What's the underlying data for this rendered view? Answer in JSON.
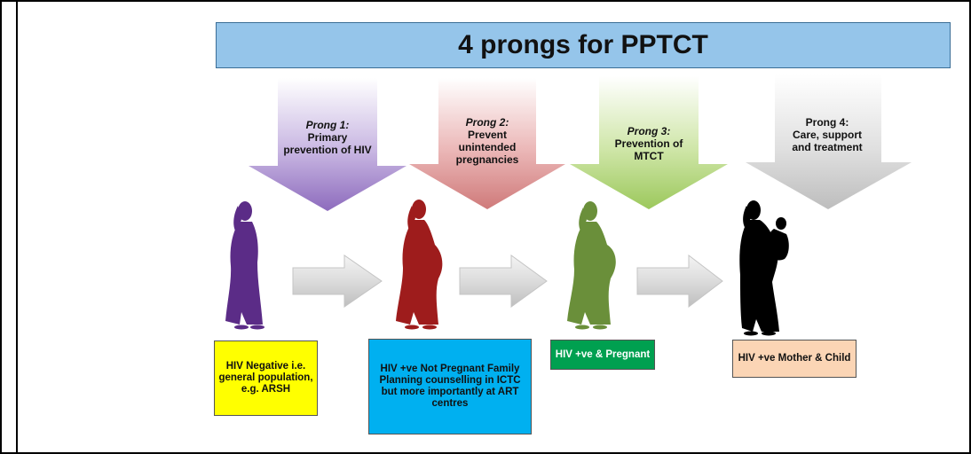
{
  "title": "4 prongs for PPTCT",
  "prongs": [
    {
      "label": "Prong 1:",
      "body": "Primary prevention of HIV",
      "color": "#9a7fc4"
    },
    {
      "label": "Prong 2:",
      "body": "Prevent unintended pregnancies",
      "color": "#d98a8a"
    },
    {
      "label": "Prong 3:",
      "body": "Prevention of MTCT",
      "color": "#a7cf6b"
    },
    {
      "label": "Prong 4:",
      "body": "Care, support and treatment",
      "color": "#c6c6c6"
    }
  ],
  "stages": [
    {
      "text": "HIV Negative i.e. general population, e.g. ARSH",
      "box_color": "#ffff00",
      "silhouette_color": "#5b2c87",
      "figure": "woman"
    },
    {
      "text": "HIV +ve Not Pregnant Family Planning counselling in ICTC but more importantly at ART centres",
      "box_color": "#00b0f0",
      "silhouette_color": "#9e1c1c",
      "figure": "pregnant woman"
    },
    {
      "text": "HIV +ve & Pregnant",
      "box_color": "#00a050",
      "silhouette_color": "#6a8f3a",
      "figure": "pregnant woman"
    },
    {
      "text": "HIV +ve Mother & Child",
      "box_color": "#fbd5b5",
      "silhouette_color": "#000000",
      "figure": "mother with child"
    }
  ]
}
